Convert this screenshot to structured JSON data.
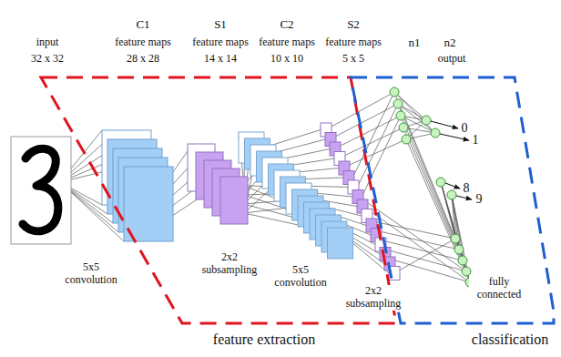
{
  "diagram": {
    "nodes": [
      {
        "text": [
          "feature extraction"
        ]
      },
      {
        "text": [
          "classification"
        ]
      }
    ],
    "labels": [
      "input",
      "32 x 32",
      "C1",
      "feature maps",
      "28 x 28",
      "S1",
      "feature maps",
      "14 x 14",
      "C2",
      "feature maps",
      "10 x 10",
      "S2",
      "feature maps",
      "5 x 5",
      "n1",
      "n2",
      "output",
      "5x5 convolution",
      "2x2 subsampling",
      "5x5 convolution",
      "2x2 subsampling",
      "0",
      "1",
      "8",
      "9",
      "fully connected"
    ]
  }
}
